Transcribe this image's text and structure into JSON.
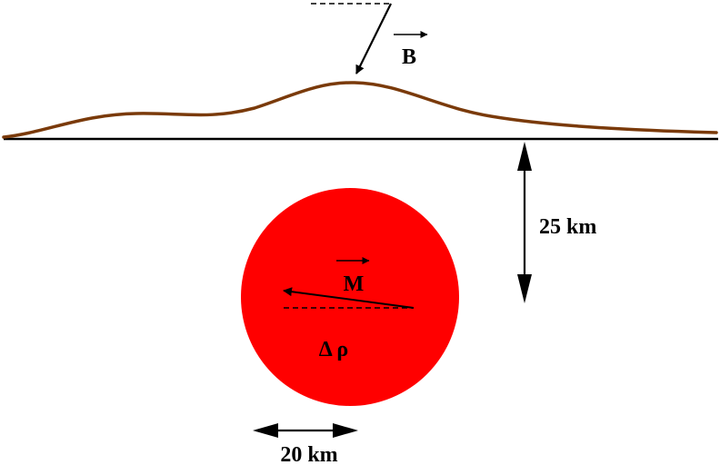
{
  "labels": {
    "field_vector": "B",
    "depth": "25 km",
    "magnetization_vector": "M",
    "density_contrast": "Δ ρ",
    "diameter": "20 km"
  },
  "colors": {
    "anomaly_profile": "#7a3a0a",
    "body_fill": "#ff0000",
    "lines": "#000000",
    "background": "#ffffff"
  },
  "icons": {
    "field_arrow": "inclined-arrow-down-left",
    "depth_arrow": "vertical-double-arrow",
    "diameter_arrow": "horizontal-double-arrow",
    "vector_overbar": "right-arrow-overbar"
  }
}
